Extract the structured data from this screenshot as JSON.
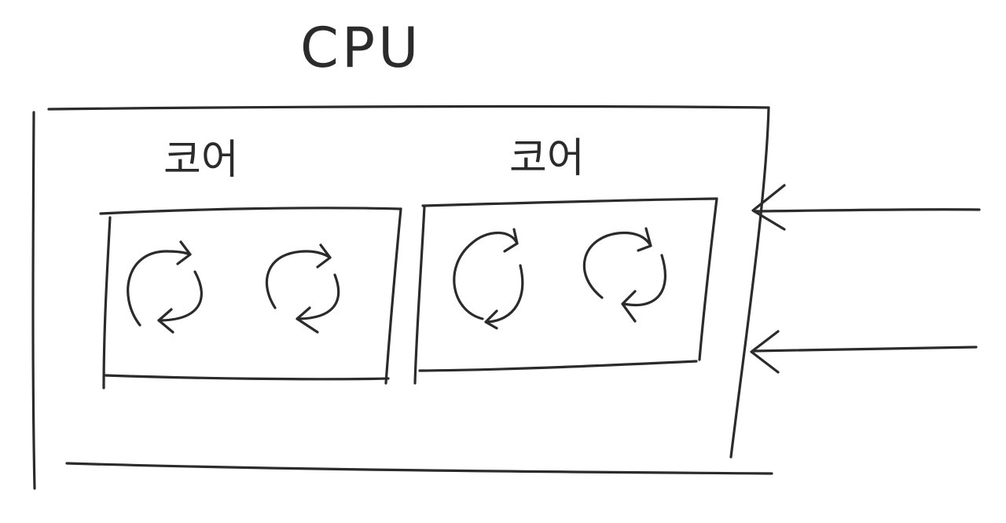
{
  "diagram": {
    "cpu_label": "CPU",
    "cores": [
      {
        "label": "코어",
        "threads": 2
      },
      {
        "label": "코어",
        "threads": 2
      }
    ],
    "incoming_arrows": 2,
    "ink_color": "#2b2b2b",
    "background_color": "#ffffff"
  }
}
